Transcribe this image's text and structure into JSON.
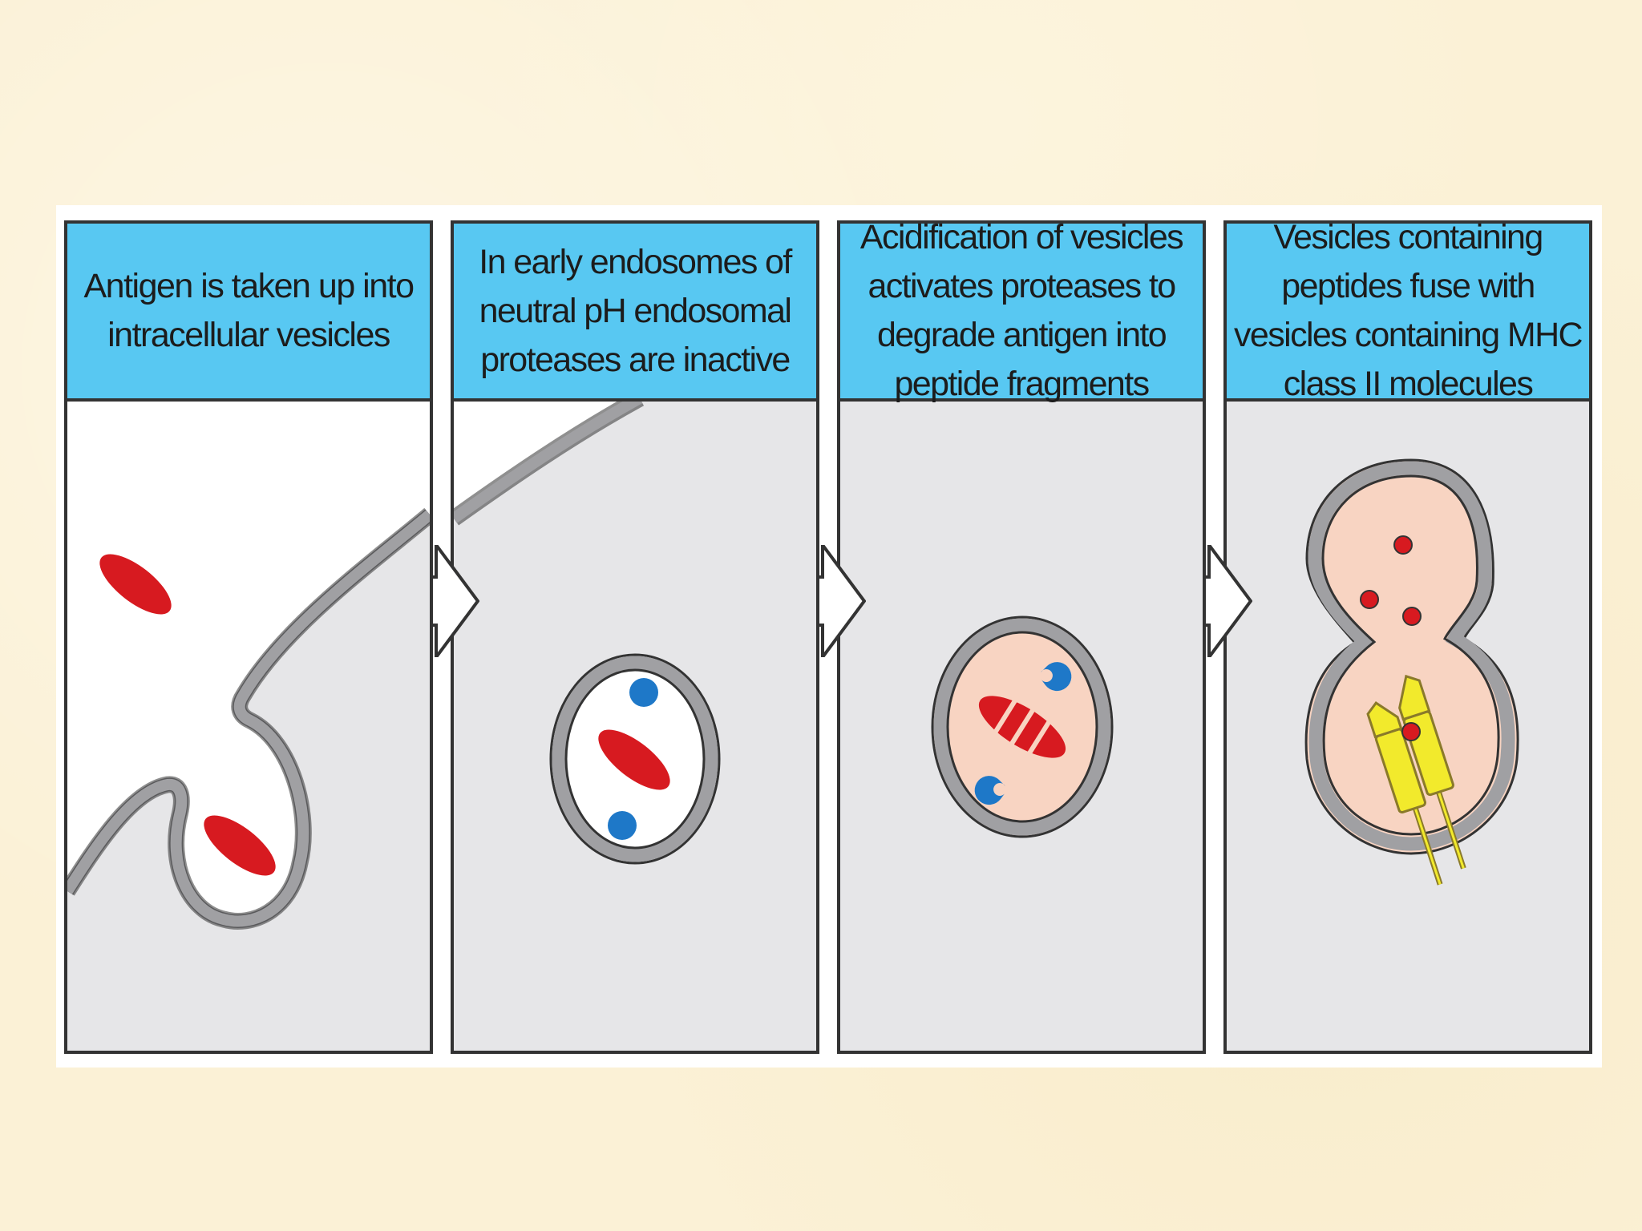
{
  "panels": [
    {
      "title": "Antigen is taken up into intracellular vesicles"
    },
    {
      "title": "In early endosomes of neutral pH endosomal proteases are inactive"
    },
    {
      "title": "Acidification of vesicles activates proteases to degrade antigen into peptide fragments"
    },
    {
      "title": "Vesicles containing peptides fuse with vesicles containing MHC class II molecules"
    }
  ],
  "colors": {
    "slide_background": "#fbf1d6",
    "header_fill": "#58c8f2",
    "cytoplasm_fill": "#e6e6e8",
    "membrane_stroke": "#a0a0a3",
    "antigen_red": "#d71a20",
    "protease_blue": "#1e78c8",
    "acidic_lumen": "#f8d4c2",
    "mhc_yellow": "#f2ea2c"
  },
  "icons": [
    "arrow-right-icon",
    "antigen-icon",
    "protease-icon",
    "peptide-icon",
    "mhc-class-ii-icon"
  ]
}
